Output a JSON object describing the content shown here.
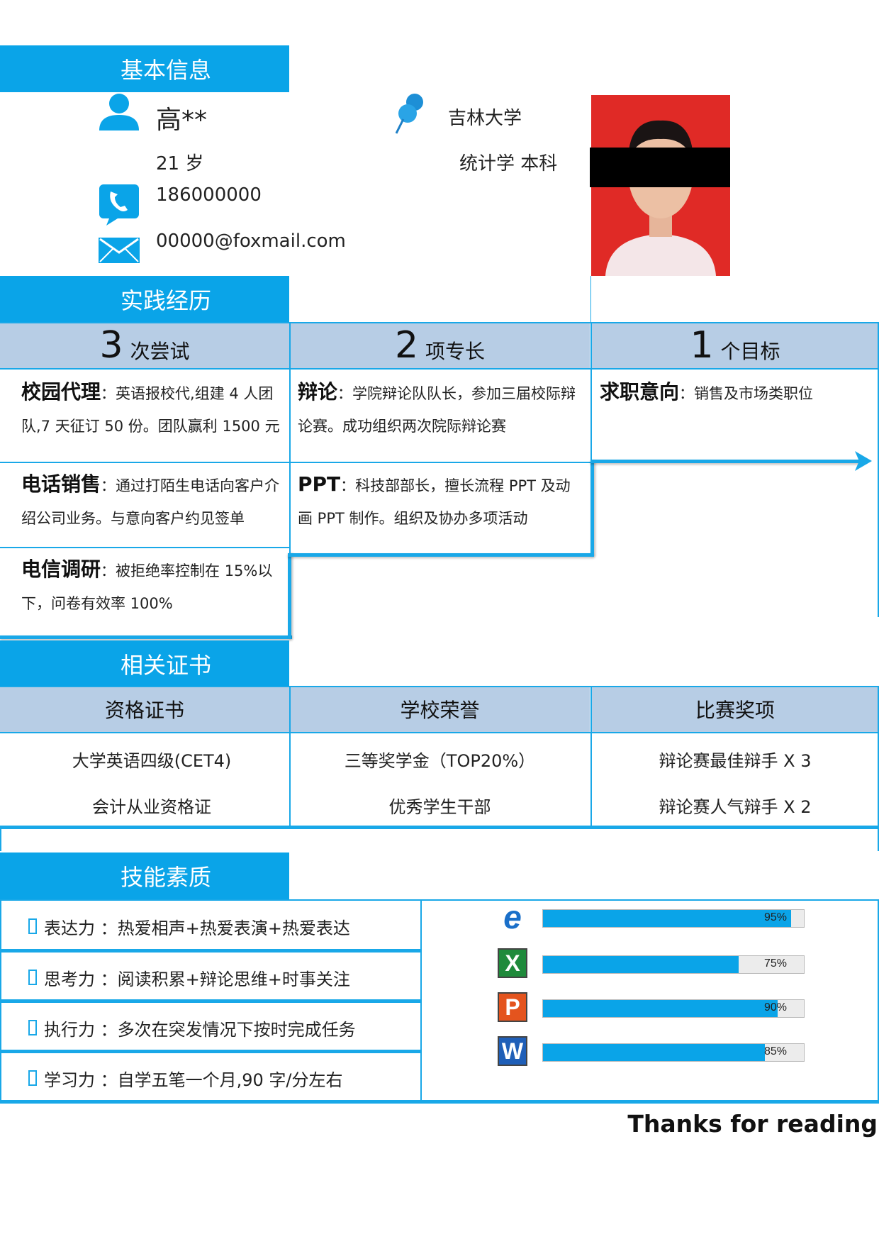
{
  "sections": {
    "basic": "基本信息",
    "practice": "实践经历",
    "certs": "相关证书",
    "skills": "技能素质"
  },
  "basic": {
    "name": "高**",
    "age": "21 岁",
    "phone": "186000000",
    "email": "00000@foxmail.com",
    "school": "吉林大学",
    "major": "统计学  本科"
  },
  "practice": {
    "columns": [
      {
        "num": "3",
        "label": "次尝试"
      },
      {
        "num": "2",
        "label": "项专长"
      },
      {
        "num": "1",
        "label": "个目标"
      }
    ],
    "items": [
      {
        "title": "校园代理",
        "text": "：英语报校代,组建 4 人团队,7 天征订 50 份。团队赢利 1500 元"
      },
      {
        "title": "电话销售",
        "text": "：通过打陌生电话向客户介绍公司业务。与意向客户约见签单"
      },
      {
        "title": "电信调研",
        "text": "：被拒绝率控制在 15%以下，问卷有效率 100%"
      },
      {
        "title": "辩论",
        "text": "：学院辩论队队长，参加三届校际辩论赛。成功组织两次院际辩论赛"
      },
      {
        "title": "PPT",
        "text": "：科技部部长，擅长流程 PPT 及动画 PPT 制作。组织及协办多项活动"
      },
      {
        "title": "求职意向",
        "text": "：销售及市场类职位"
      }
    ]
  },
  "certs": {
    "columns": [
      "资格证书",
      "学校荣誉",
      "比赛奖项"
    ],
    "rows": [
      [
        "大学英语四级(CET4)",
        "三等奖学金（TOP20%）",
        "辩论赛最佳辩手 X 3"
      ],
      [
        "会计从业资格证",
        "优秀学生干部",
        "辩论赛人气辩手 X 2"
      ]
    ]
  },
  "skills": {
    "items": [
      {
        "label": "表达力",
        "text": "：热爱相声+热爱表演+热爱表达"
      },
      {
        "label": "思考力",
        "text": "：阅读积累+辩论思维+时事关注"
      },
      {
        "label": "执行力",
        "text": "：多次在突发情况下按时完成任务"
      },
      {
        "label": "学习力",
        "text": "：自学五笔一个月,90 字/分左右"
      }
    ],
    "bars": [
      {
        "icon": "e",
        "name": "ie-icon",
        "color": "#1a6fc9",
        "percent": 95,
        "label": "95%"
      },
      {
        "icon": "X",
        "name": "excel-icon",
        "color": "#1f8a3b",
        "percent": 75,
        "label": "75%"
      },
      {
        "icon": "P",
        "name": "powerpoint-icon",
        "color": "#e4541e",
        "percent": 90,
        "label": "90%"
      },
      {
        "icon": "W",
        "name": "word-icon",
        "color": "#1f5fb8",
        "percent": 85,
        "label": "85%"
      }
    ]
  },
  "footer": "Thanks for reading",
  "colors": {
    "accent": "#0aa4e8",
    "header_fill": "#b7cde5"
  }
}
